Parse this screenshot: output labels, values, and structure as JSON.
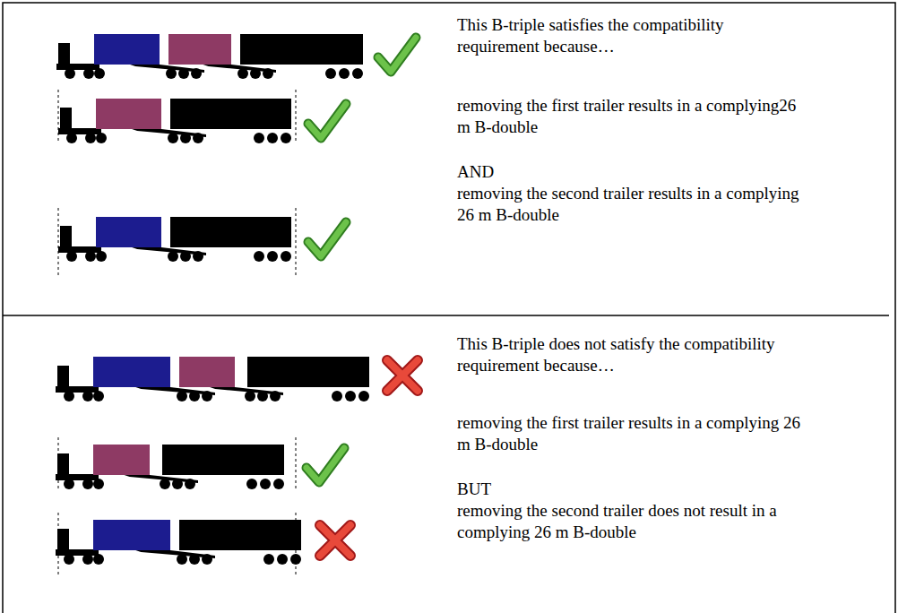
{
  "diagram": {
    "labels": [
      "This B-triple satisfies the compatibility requirement because…",
      "removing the first trailer results in a complying26 m B-double",
      "AND",
      "removing the second trailer results in a complying 26 m B-double",
      "This B-triple does not satisfy the compatibility requirement because…",
      "removing the first trailer results in a complying 26 m B-double",
      "BUT",
      "removing the second trailer does not result in a complying 26 m B-double"
    ]
  }
}
